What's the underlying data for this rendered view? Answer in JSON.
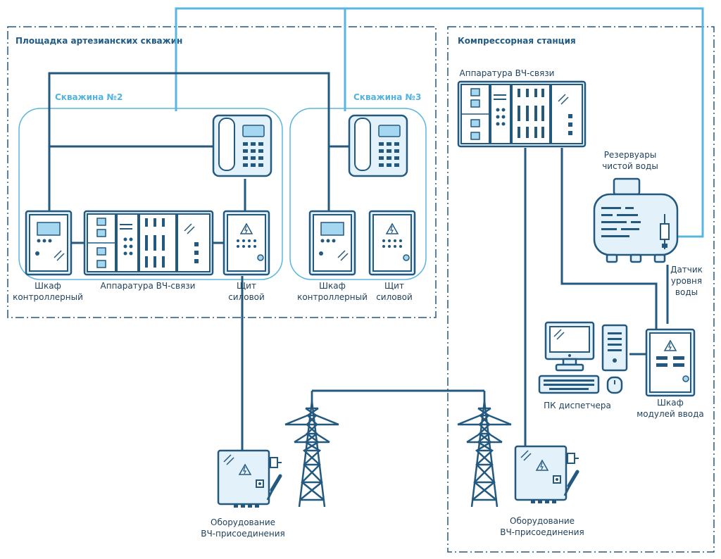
{
  "zones": {
    "left_title": "Площадка артезианских скважин",
    "right_title": "Компрессорная станция"
  },
  "wells": {
    "well2": "Скважина №2",
    "well3": "Скважина №3"
  },
  "labels": {
    "cab_ctrl_1": [
      "Шкаф",
      "контроллерный"
    ],
    "hf_equip_left": "Аппаратура ВЧ-связи",
    "power_panel_1": [
      "Щит",
      "силовой"
    ],
    "cab_ctrl_2": [
      "Шкаф",
      "контроллерный"
    ],
    "power_panel_2": [
      "Щит",
      "силовой"
    ],
    "hf_equip_right": "Аппаратура ВЧ-связи",
    "reservoirs": [
      "Резервуары",
      "чистой воды"
    ],
    "level_sensor": [
      "Датчик",
      "уровня",
      "воды"
    ],
    "pc": "ПК диспетчера",
    "input_modules": [
      "Шкаф",
      "модулей ввода"
    ],
    "coupling_left": [
      "Оборудование",
      "ВЧ-присоединения"
    ],
    "coupling_right": [
      "Оборудование",
      "ВЧ-присоединения"
    ]
  },
  "colors": {
    "dark": "#24597f",
    "light": "#5ab6df",
    "fill": "#e3f2fa"
  }
}
